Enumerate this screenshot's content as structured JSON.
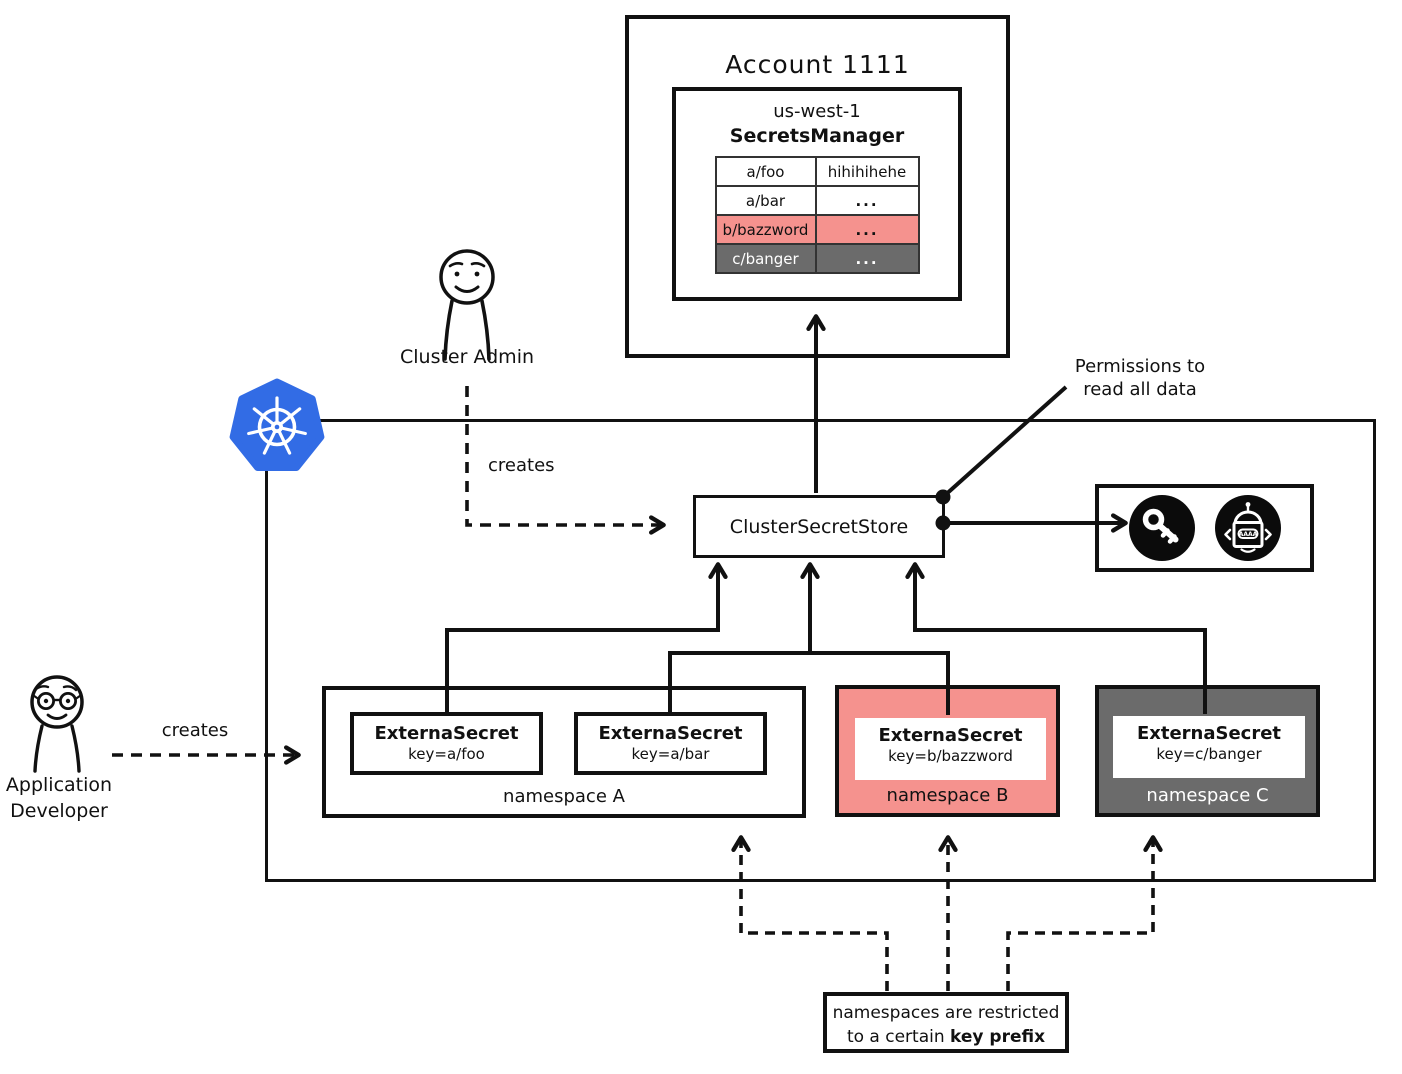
{
  "account": {
    "title": "Account 1111",
    "region": "us-west-1",
    "service": "SecretsManager",
    "secrets": [
      {
        "key": "a/foo",
        "value": "hihihihehe"
      },
      {
        "key": "a/bar",
        "value": "..."
      },
      {
        "key": "b/bazzword",
        "value": "..."
      },
      {
        "key": "c/banger",
        "value": "..."
      }
    ]
  },
  "cluster_store": {
    "label": "ClusterSecretStore"
  },
  "permissions_note": {
    "line1": "Permissions to",
    "line2": "read all data"
  },
  "actors": {
    "admin": {
      "name": "Cluster Admin",
      "action": "creates"
    },
    "developer": {
      "name_line1": "Application",
      "name_line2": "Developer",
      "action": "creates"
    }
  },
  "namespaces": [
    {
      "label": "namespace A",
      "secrets": [
        {
          "title": "ExternaSecret",
          "key": "key=a/foo"
        },
        {
          "title": "ExternaSecret",
          "key": "key=a/bar"
        }
      ]
    },
    {
      "label": "namespace B",
      "secrets": [
        {
          "title": "ExternaSecret",
          "key": "key=b/bazzword"
        }
      ]
    },
    {
      "label": "namespace C",
      "secrets": [
        {
          "title": "ExternaSecret",
          "key": "key=c/banger"
        }
      ]
    }
  ],
  "restriction_note": {
    "line1": "namespaces are restricted",
    "line2_prefix": "to a certain ",
    "line2_bold": "key prefix"
  },
  "icons": {
    "key": "key-icon",
    "robot": "robot-icon",
    "kubernetes": "kubernetes-logo"
  },
  "colors": {
    "highlight_pink": "#F5928E",
    "highlight_gray": "#6B6B6B",
    "kubernetes_blue": "#326CE5"
  }
}
